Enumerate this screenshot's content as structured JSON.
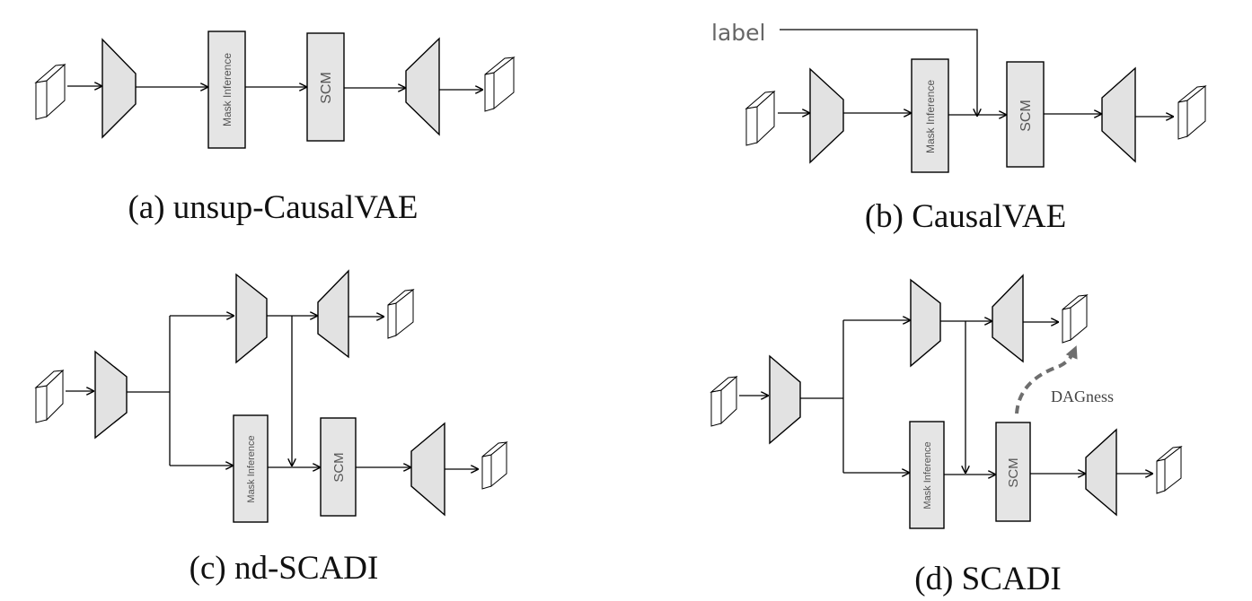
{
  "panels": {
    "a": {
      "caption": "(a) unsup-CausalVAE",
      "mask_inference_label": "Mask Inference",
      "scm_label": "SCM"
    },
    "b": {
      "caption": "(b) CausalVAE",
      "label_input": "label",
      "mask_inference_label": "Mask Inference",
      "scm_label": "SCM"
    },
    "c": {
      "caption": "(c) nd-SCADI",
      "mask_inference_label": "Mask Inference",
      "scm_label": "SCM"
    },
    "d": {
      "caption": "(d) SCADI",
      "mask_inference_label": "Mask Inference",
      "scm_label": "SCM",
      "dagness_label": "DAGness"
    }
  },
  "colors": {
    "block_fill": "#e5e5e5",
    "stroke": "#000000",
    "dashed_arrow": "#6e6e6e"
  }
}
